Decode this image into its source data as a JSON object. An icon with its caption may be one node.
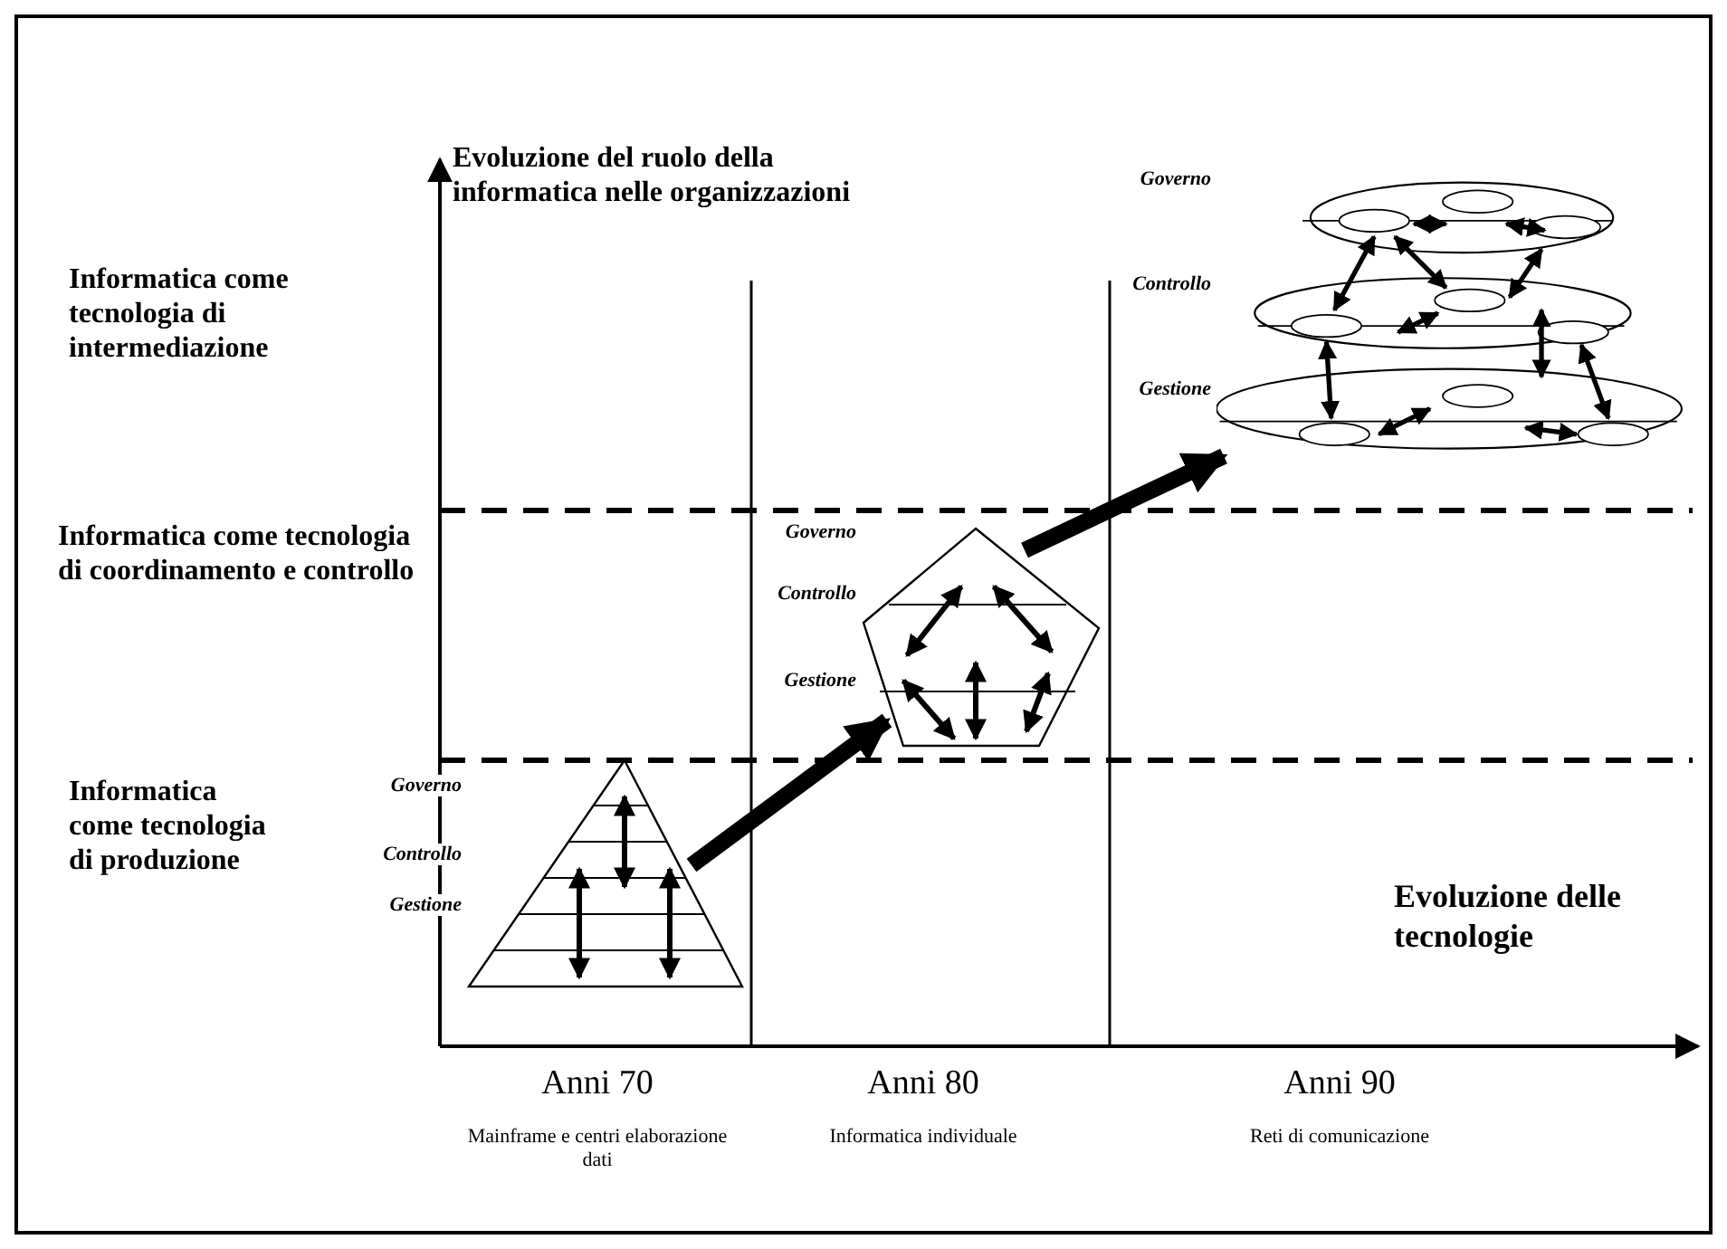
{
  "diagram": {
    "nodes": [
      {
        "text": [],
        "shape": "triangle",
        "beside": [
          "Governo",
          "Controllo",
          "Gestione"
        ]
      },
      {
        "text": [],
        "shape": "pentagon",
        "beside": [
          "Governo",
          "Controllo",
          "Gestione"
        ]
      },
      {
        "text": [],
        "shape": "ellipse",
        "beside": [
          "Governo",
          "Controllo",
          "Gestione"
        ]
      }
    ],
    "edges": [
      {
        "from": 0,
        "to": 1,
        "arrow": "to"
      },
      {
        "from": 1,
        "to": 2,
        "arrow": "to"
      }
    ],
    "labels": [
      "Evoluzione del ruolo della informatica nelle organizzazioni",
      "Informatica come tecnologia di intermediazione",
      "Informatica come tecnologia di coordinamento e controllo",
      "Informatica come tecnologia di produzione",
      "Evoluzione delle tecnologie",
      "Anni 70",
      "Anni 80",
      "Anni 90",
      "Mainframe e centri elaborazione dati",
      "Informatica individuale",
      "Reti di comunicazione"
    ]
  }
}
